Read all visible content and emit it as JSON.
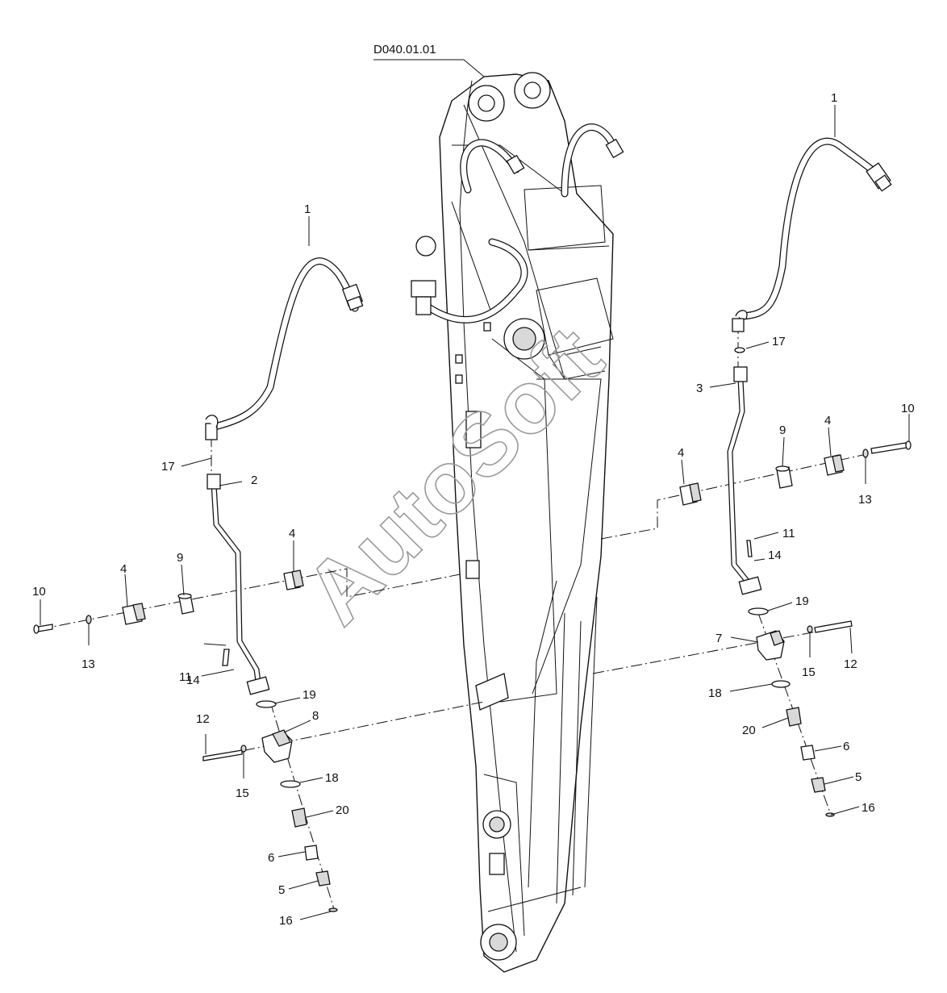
{
  "diagram": {
    "reference": "D040.01.01",
    "watermark": "AutoSoft",
    "callouts": {
      "c1_left": "1",
      "c1_right": "1",
      "c2": "2",
      "c3": "3",
      "c4_left_outer": "4",
      "c4_left_inner": "4",
      "c4_right_inner": "4",
      "c4_right_outer": "4",
      "c5_left": "5",
      "c5_right": "5",
      "c6_left": "6",
      "c6_right": "6",
      "c7": "7",
      "c8": "8",
      "c9_left": "9",
      "c9_right": "9",
      "c10_left": "10",
      "c10_right": "10",
      "c11_left": "11",
      "c11_right": "11",
      "c12_left": "12",
      "c12_right": "12",
      "c13_left": "13",
      "c13_right": "13",
      "c14_left": "14",
      "c14_right": "14",
      "c15_left": "15",
      "c15_right": "15",
      "c16_left": "16",
      "c16_right": "16",
      "c17_left": "17",
      "c17_right": "17",
      "c18_left": "18",
      "c18_right": "18",
      "c19_left": "19",
      "c19_right": "19",
      "c20_left": "20",
      "c20_right": "20"
    }
  }
}
